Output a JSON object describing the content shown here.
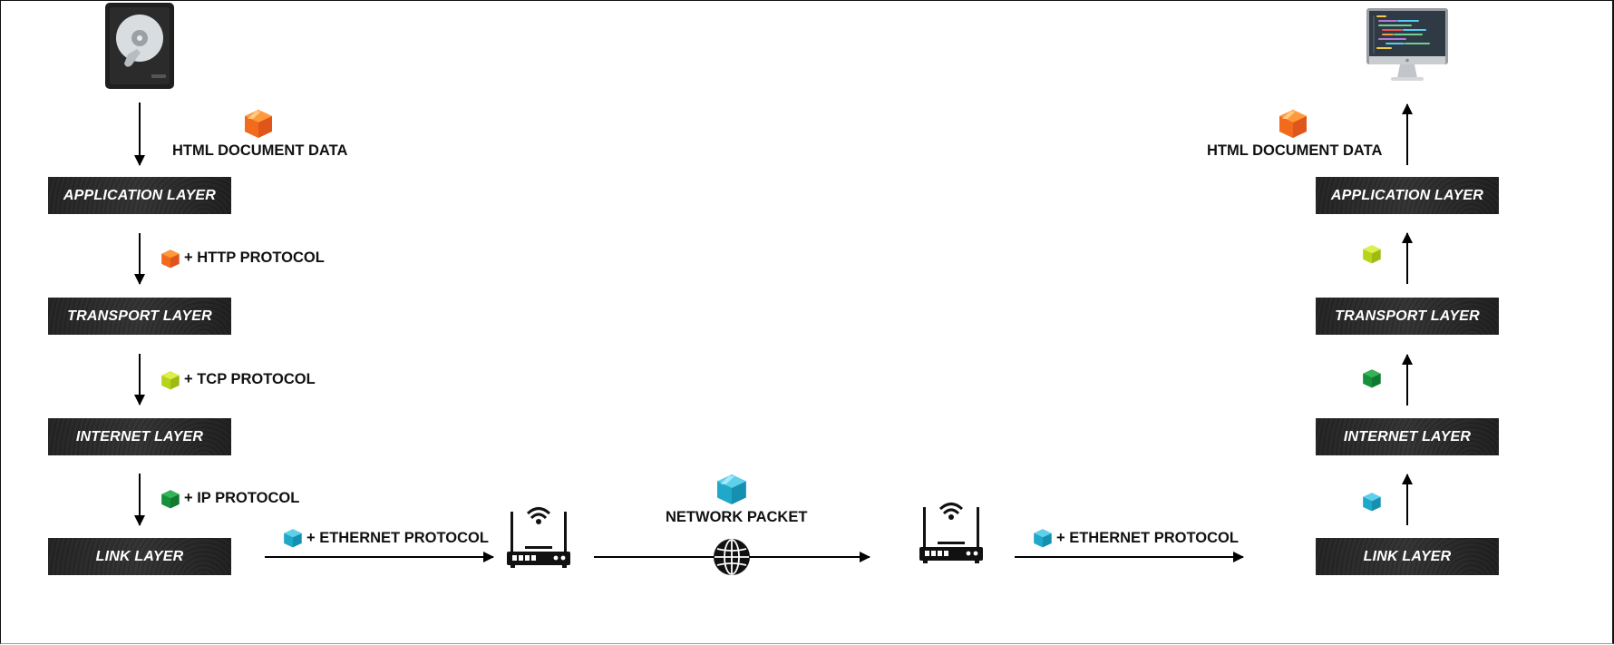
{
  "colors": {
    "layer_bg": "#262626",
    "arrow": "#000000",
    "http_box": "#f26b1d",
    "tcp_box": "#b9d31c",
    "ip_box": "#16913b",
    "ethernet_box": "#1fa8c9",
    "html_box": "#f26b1d"
  },
  "sender": {
    "source_icon": "hard-drive-icon",
    "document_label": "HTML DOCUMENT DATA",
    "layers": {
      "application": "APPLICATION LAYER",
      "transport": "TRANSPORT LAYER",
      "internet": "INTERNET LAYER",
      "link": "LINK LAYER"
    },
    "protocols": {
      "http": "+ HTTP PROTOCOL",
      "tcp": "+ TCP PROTOCOL",
      "ip": "+ IP PROTOCOL",
      "ethernet": "+ ETHERNET PROTOCOL"
    }
  },
  "network": {
    "router_icon": "wifi-router-icon",
    "globe_icon": "globe-icon",
    "packet_label": "NETWORK PACKET",
    "ethernet_label": "+ ETHERNET PROTOCOL"
  },
  "receiver": {
    "destination_icon": "monitor-code-icon",
    "document_label": "HTML DOCUMENT DATA",
    "layers": {
      "application": "APPLICATION LAYER",
      "transport": "TRANSPORT LAYER",
      "internet": "INTERNET LAYER",
      "link": "LINK LAYER"
    }
  }
}
